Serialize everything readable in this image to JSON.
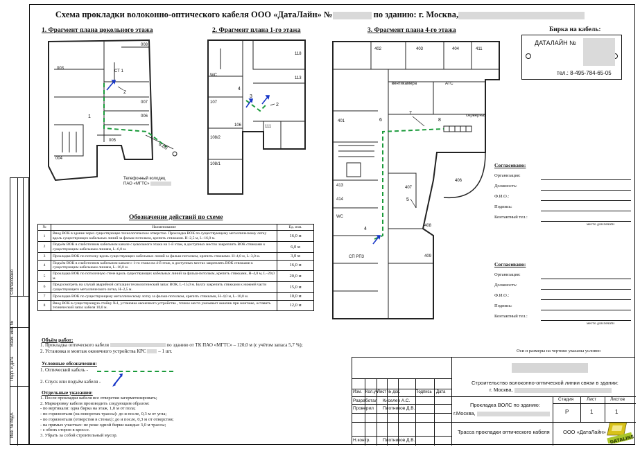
{
  "title": {
    "prefix": "Схема прокладки волоконно-оптического кабеля ООО «ДатаЛайн» №",
    "suffix": "по зданию: г. Москва,"
  },
  "fragments": {
    "f1": "1. Фрагмент плана цокольного этажа",
    "f2": "2. Фрагмент плана 1-го этажа",
    "f3": "3. Фрагмент плана 4-го этажа"
  },
  "tag": {
    "heading": "Бирка на кабель:",
    "name": "ДАТАЛАЙН №",
    "phone": "тел.: 8-495-784-65-05"
  },
  "plan_labels": {
    "st1": "СТ 1",
    "r008": "008",
    "r007": "007",
    "r006": "006",
    "r003": "003",
    "r005": "005",
    "r004": "004",
    "r118": "118",
    "r113": "113",
    "r107": "107",
    "wc": "WC",
    "r108_2": "108/2",
    "r108_1": "108/1",
    "r106": "106",
    "r111": "111",
    "r402": "402",
    "r403": "403",
    "r404": "404",
    "r411": "411",
    "vent": "вентикамера",
    "ats": "АТС",
    "server": "серверная",
    "r401": "401",
    "r406": "406",
    "r407": "407",
    "r413": "413",
    "r414": "414",
    "wc2": "WC",
    "r408": "408",
    "r409": "409",
    "sprp3": "СП РП3",
    "well": "Телефонный колодец",
    "pao": "ПАО «МГТС»",
    "dist": "6.60",
    "n1": "1",
    "n2": "2",
    "n3": "3",
    "n4": "4",
    "n5": "5",
    "n6": "6",
    "n7": "7",
    "n8": "8"
  },
  "approval": {
    "heading": "Согласовано:",
    "rows": [
      "Организация:",
      "Должность:",
      "Ф.И.О.:",
      "Подпись:",
      "Контактный тел.:"
    ],
    "note": "место для печати"
  },
  "actions": {
    "heading": "Обозначение действий по схеме",
    "columns": [
      "№",
      "Наименование",
      "Ед. изм."
    ],
    "rows": [
      {
        "n": "1",
        "text": "Ввод ВОК в здание через существующее технологическое отверстие. Прокладка ВОК по существующему металлическому лотку вдоль существующих кабельных линий за фальш-потолком, крепить стяжками. H–2,5 м, L–16,0 м.",
        "val": "16,0 м"
      },
      {
        "n": "2",
        "text": "Подъём ВОК в слаботочном кабельном канале с цокольного этажа на 1-й этаж, в доступных местах закреплять ВОК стяжками к существующим кабельным линиям, L–6,0 м.",
        "val": "6,0 м"
      },
      {
        "n": "3",
        "text": "Прокладка ВОК по потолку вдоль существующих кабельных линий за фальш-потолком, крепить стяжками. H–4,0 м, L–3,0 м.",
        "val": "3,0 м"
      },
      {
        "n": "4",
        "text": "Подъём ВОК в слаботочном кабельном канале с 1-го этажа на 4-й этаж, в доступных местах закреплять ВОК стяжками к существующим кабельным линиям, L–16,0 м.",
        "val": "16,0 м"
      },
      {
        "n": "5",
        "text": "Прокладка ВОК по потолочную стене вдоль существующих кабельных линий за фальш-потолком, крепить стяжками, H–4,0 м, L–20,0 м.",
        "val": "20,0 м"
      },
      {
        "n": "6",
        "text": "Предусмотреть на случай аварийной ситуации технологический запас ВОК, L–15,0 м. Бухту закрепить стяжками к нижней части существующего металлического лотка, H–2,5 м.",
        "val": "15,0 м"
      },
      {
        "n": "7",
        "text": "Прокладка ВОК по существующему металлическому лотку за фальш-потолком, крепить стяжками, H–4,0 м, L–10,0 м.",
        "val": "10,0 м"
      },
      {
        "n": "8",
        "text": "Ввод ВОК в существующую стойку №1, установка оконечного устройства                      , точное место указывает акакчик при монтаже, оставить технический запас кабеля 10,0 м.",
        "val": "12,0 м"
      }
    ]
  },
  "volume": {
    "heading": "Объём работ:",
    "l1a": "1. Прокладка оптического кабеля",
    "l1b": "по зданию от ТК ПАО «МГТС» – 120,0 м (с учётом запаса 5,7 %);",
    "l2a": "2. Установка и монтаж оконечного устройства КРС",
    "l2b": "– 1 шт."
  },
  "legend": {
    "heading": "Условные обозначения:",
    "l1": "1. Оптический кабель -",
    "l2": "2. Спуск или подъём кабеля -"
  },
  "notes": {
    "heading": "Отдельные указания:",
    "lines": [
      "1. После прокладки кабеля все отверстия загерметизировать;",
      "2. Маркировку кабеля производить следующим образом:",
      "- по вертикали: одна бирка на этаж, 1,0 м от пола;",
      "- по горизонтали (на поворотах трассы): до и после, 0,3 м от угла;",
      "- по горизонтали (отверстия в стенах): до и после, 0,3 м от отверстия;",
      "- на прямых участках: не реже одной бирки каждые 3,0 м трассы;",
      "- с обеих сторон в кроссе.",
      "3. Убрать за собой строительный мусор."
    ]
  },
  "dim_note": "Оси и размеры на чертеже указаны условно",
  "stamp": {
    "hdr": [
      "Изм.",
      "Кол.уч",
      "Лист",
      "№ док.",
      "Подпись",
      "Дата"
    ],
    "dev_role": "Разработал",
    "dev_name": "Киселев А.С.",
    "chk_role": "Проверил",
    "chk_name": "Плотников Д.В.",
    "nk_role": "Н.контр.",
    "nk_name": "Плотников Д.В.",
    "project1": "Строительство волоконно-оптической линии связи в здании:",
    "project2": "г. Москва,",
    "work1": "Прокладка ВОЛС по зданию:",
    "work2": "г.Москва,",
    "stage_h": "Стадия",
    "sheet_h": "Лист",
    "sheets_h": "Листов",
    "stage": "Р",
    "sheet": "1",
    "sheets": "1",
    "route": "Трасса прокладки оптического кабеля",
    "company": "ООО «ДатаЛайн»",
    "logo": "DATALINE"
  },
  "side": {
    "agreed": "Согласовано",
    "inv_repl": "Взам. инв. №",
    "sig_date": "Подп. и дата",
    "inv_orig": "Инв. № подл."
  }
}
